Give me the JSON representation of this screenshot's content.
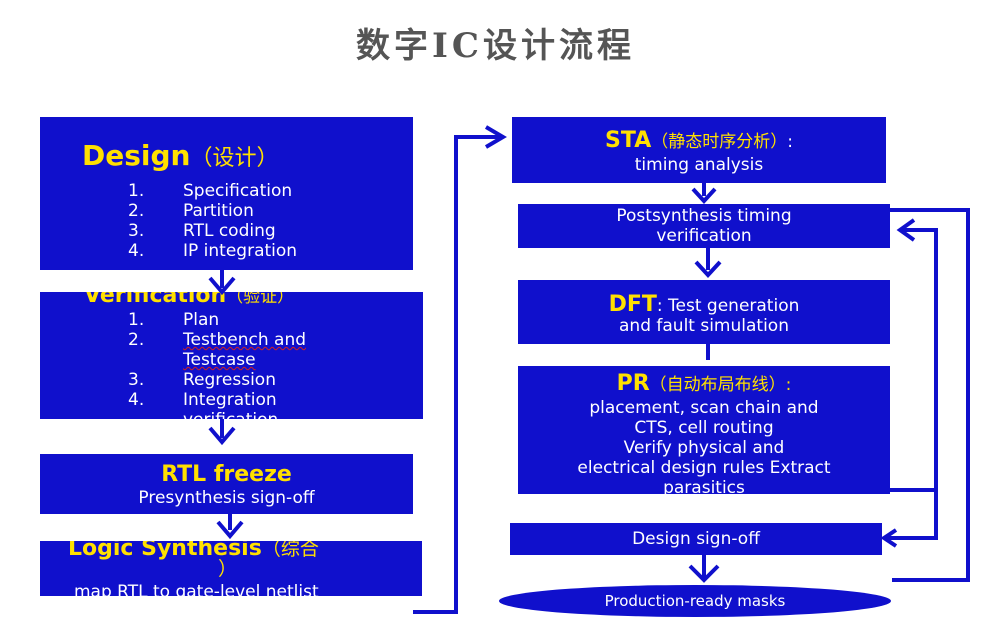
{
  "title": "数字IC设计流程",
  "colors": {
    "box": "#1010cc",
    "highlight": "#ffe000",
    "text": "#ffffff",
    "title": "#555555"
  },
  "design": {
    "heading": "Design",
    "heading_cn": "（设计）",
    "items": [
      {
        "num": "1.",
        "text": "Specification"
      },
      {
        "num": "2.",
        "text": "Partition"
      },
      {
        "num": "3.",
        "text": "RTL coding"
      },
      {
        "num": "4.",
        "text": "IP integration"
      }
    ]
  },
  "verification": {
    "heading": "Verification",
    "heading_cn": "（验证）",
    "items": [
      {
        "num": "1.",
        "text": "Plan"
      },
      {
        "num": "2.",
        "text": "Testbench and",
        "text2": "Testcase"
      },
      {
        "num": "3.",
        "text": "Regression"
      },
      {
        "num": "4.",
        "text": "Integration",
        "text2": "verification"
      }
    ]
  },
  "rtl_freeze": {
    "heading": "RTL freeze",
    "line": "Presynthesis sign-off"
  },
  "logic_synthesis": {
    "heading": "Logic Synthesis",
    "heading_cn": "（综合",
    "close": "）",
    "line": "map RTL to gate-level netlist"
  },
  "sta": {
    "heading": "STA",
    "heading_cn": "（静态时序分析）",
    "colon": ":",
    "line": "timing analysis"
  },
  "postsynthesis": {
    "line1": "Postsynthesis timing",
    "line2": "verification"
  },
  "dft": {
    "heading": "DFT",
    "rest": ": Test generation",
    "line2": "and fault simulation"
  },
  "pr": {
    "heading": "PR",
    "heading_cn": "（自动布局布线）:",
    "lines": [
      "placement, scan chain and",
      "CTS, cell routing",
      "Verify physical and",
      "electrical design rules Extract",
      "parasitics"
    ]
  },
  "signoff": {
    "line": "Design sign-off"
  },
  "masks": {
    "line": "Production-ready masks"
  }
}
